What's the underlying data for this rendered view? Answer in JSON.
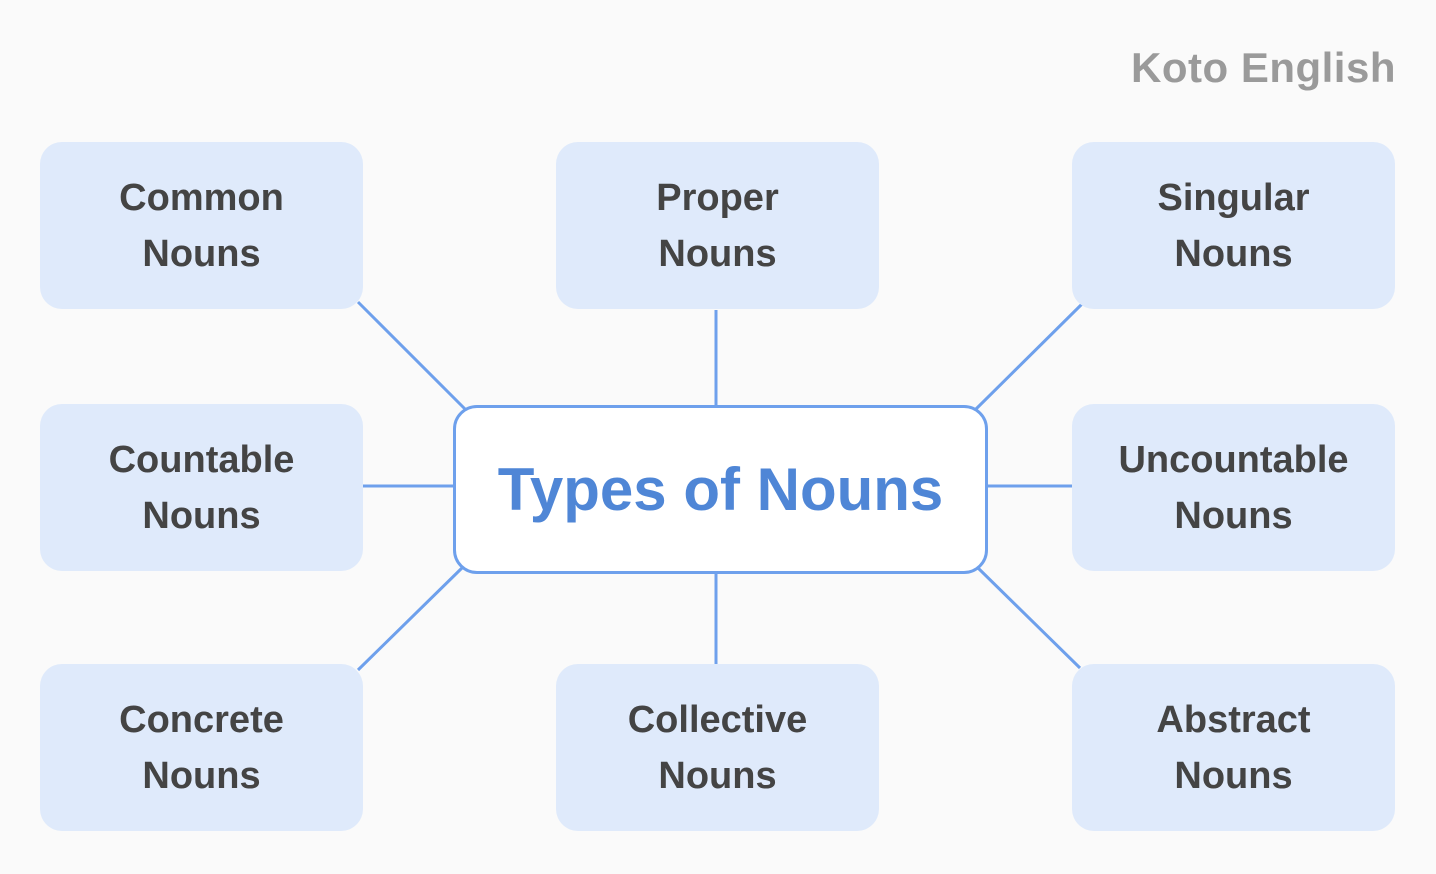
{
  "brand": {
    "name": "Koto English"
  },
  "center": {
    "title": "Types of Nouns"
  },
  "nodes": [
    {
      "line1": "Common",
      "line2": "Nouns"
    },
    {
      "line1": "Proper",
      "line2": "Nouns"
    },
    {
      "line1": "Singular",
      "line2": "Nouns"
    },
    {
      "line1": "Countable",
      "line2": "Nouns"
    },
    {
      "line1": "Uncountable",
      "line2": "Nouns"
    },
    {
      "line1": "Concrete",
      "line2": "Nouns"
    },
    {
      "line1": "Collective",
      "line2": "Nouns"
    },
    {
      "line1": "Abstract",
      "line2": "Nouns"
    }
  ],
  "colors": {
    "background": "#fafafa",
    "node_fill": "#dfeafb",
    "node_text": "#444444",
    "accent": "#6ea0ec",
    "center_text": "#4f86d6",
    "brand_text": "#9a9a9a"
  }
}
